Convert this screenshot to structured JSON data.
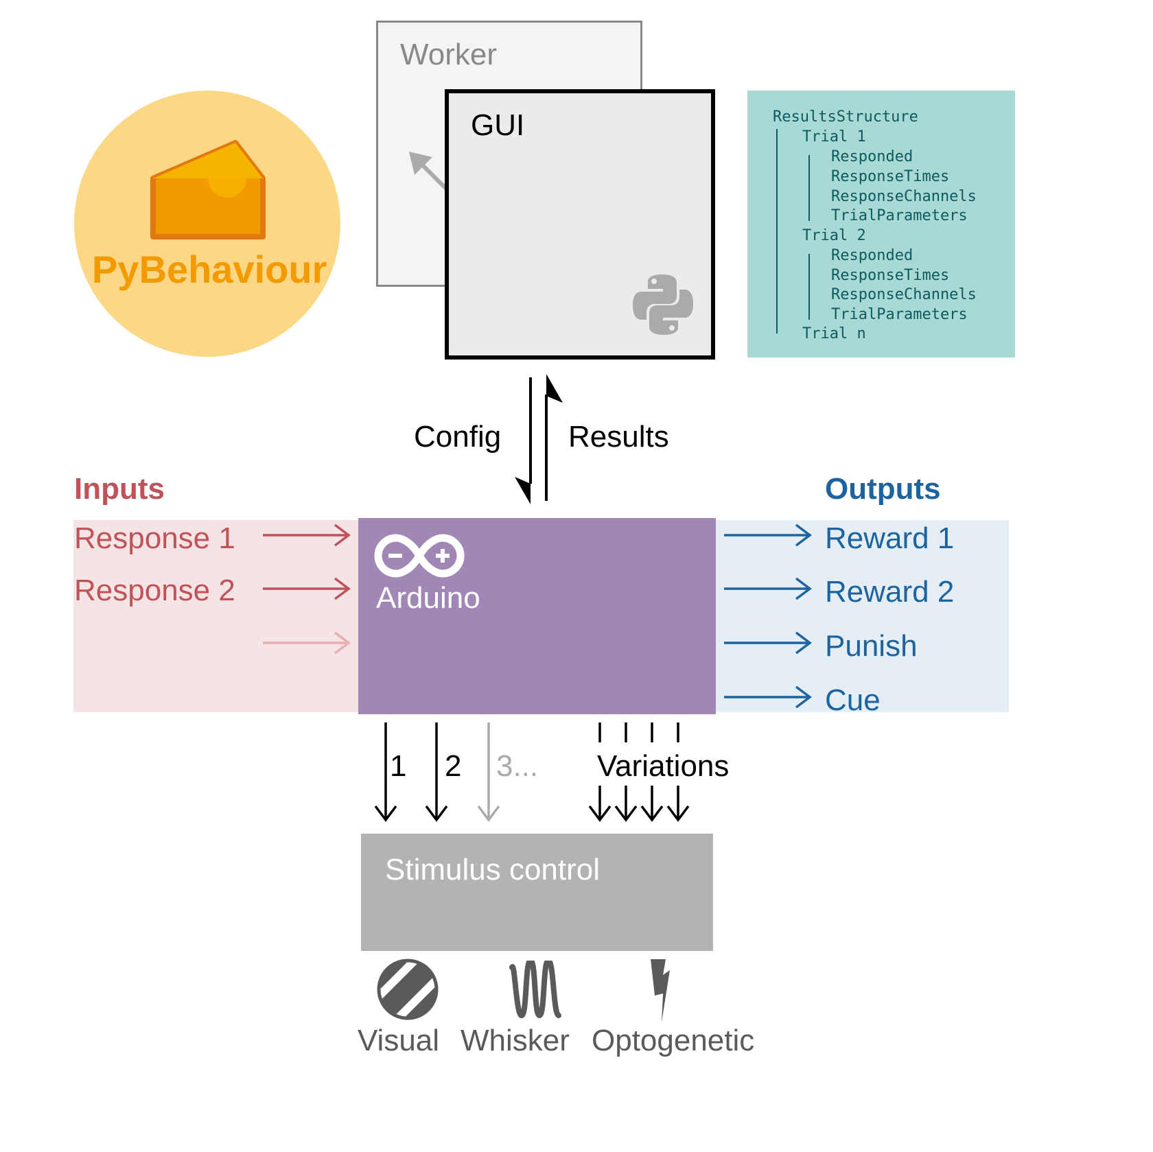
{
  "logo": {
    "name": "PyBehaviour",
    "icon": "cheese-icon"
  },
  "windows": {
    "worker": "Worker",
    "gui": "GUI"
  },
  "results_structure": {
    "root": "ResultsStructure",
    "trials": [
      {
        "label": "Trial 1",
        "fields": [
          "Responded",
          "ResponseTimes",
          "ResponseChannels",
          "TrialParameters"
        ]
      },
      {
        "label": "Trial 2",
        "fields": [
          "Responded",
          "ResponseTimes",
          "ResponseChannels",
          "TrialParameters"
        ]
      },
      {
        "label": "Trial n",
        "fields": []
      }
    ]
  },
  "link": {
    "config": "Config",
    "results": "Results"
  },
  "inputs": {
    "title": "Inputs",
    "items": [
      "Response 1",
      "Response 2"
    ]
  },
  "outputs": {
    "title": "Outputs",
    "items": [
      "Reward 1",
      "Reward 2",
      "Punish",
      "Cue"
    ]
  },
  "arduino": {
    "label": "Arduino"
  },
  "channels": {
    "one": "1",
    "two": "2",
    "more": "3...",
    "variations": "Variations"
  },
  "stimulus": {
    "label": "Stimulus control",
    "types": [
      "Visual",
      "Whisker",
      "Optogenetic"
    ]
  },
  "colors": {
    "inputs": "#c0525a",
    "outputs": "#1d63a0",
    "arduino": "#a087b5",
    "stimulus": "#b3b3b3",
    "results_bg": "#a8d9d5"
  }
}
